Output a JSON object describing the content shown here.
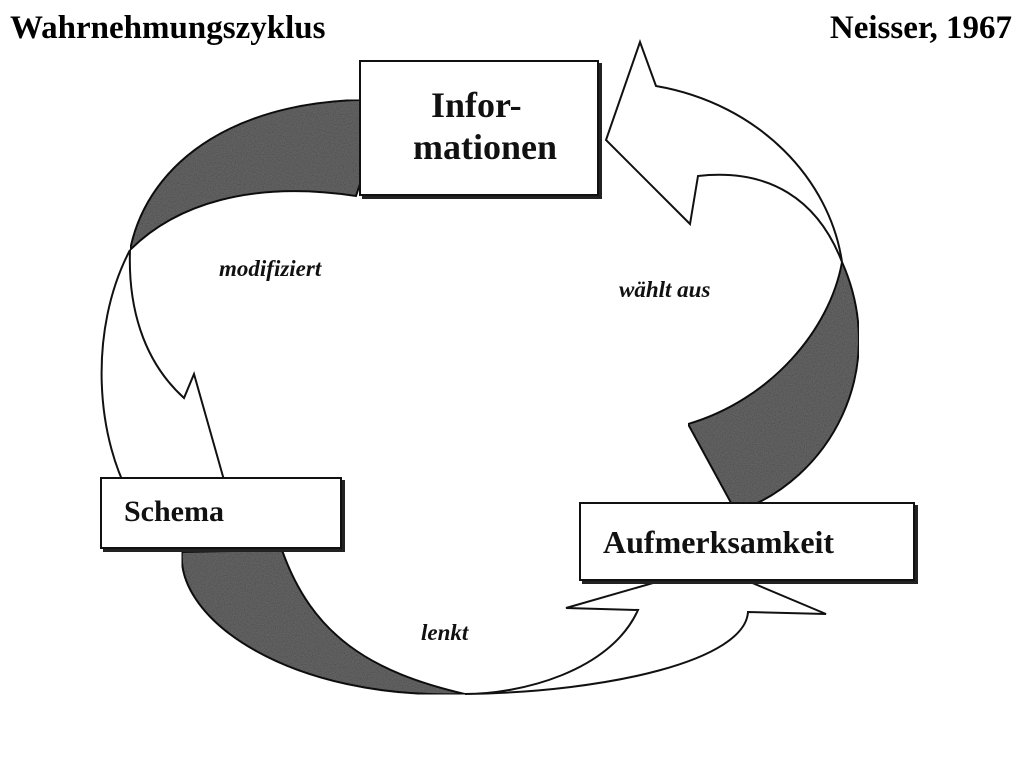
{
  "header": {
    "title": "Wahrnehmungszyklus",
    "citation": "Neisser, 1967"
  },
  "nodes": {
    "informationen": {
      "line1": "Infor-",
      "line2": "mationen"
    },
    "schema": {
      "label": "Schema"
    },
    "aufmerksamkeit": {
      "label": "Aufmerksamkeit"
    }
  },
  "edges": {
    "modifiziert": {
      "label": "modifiziert"
    },
    "waehlt_aus": {
      "label": "wählt aus"
    },
    "lenkt": {
      "label": "lenkt"
    }
  },
  "colors": {
    "band_fill": "#6a6a6a",
    "outline": "#111111",
    "arrow_fill": "#ffffff",
    "box_fill": "#ffffff"
  }
}
